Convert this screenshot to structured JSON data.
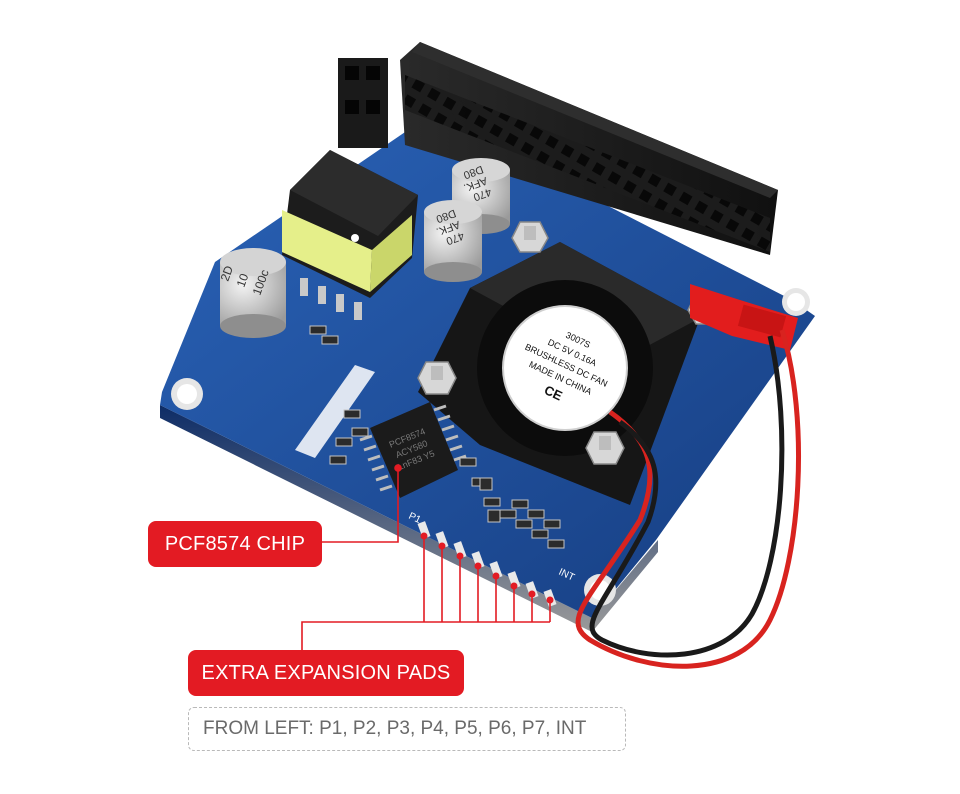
{
  "callouts": {
    "chip": "PCF8574 CHIP",
    "pads": "EXTRA EXPANSION PADS",
    "pin_order": "FROM LEFT: P1, P2, P3,  P4, P5, P6, P7, INT"
  },
  "board": {
    "fan_label": {
      "model": "3007S",
      "line1": "DC   5V   0.16A",
      "line2": "BRUSHLESS DC FAN",
      "line3": "MADE IN CHINA",
      "mark": "CE"
    },
    "capacitor_large": [
      "2D",
      "10",
      "100c"
    ],
    "capacitor_small": [
      "470",
      "AFK.",
      "D80"
    ],
    "chip_marking": [
      "PCF8574",
      "ACY580",
      "LnF83 Y5"
    ],
    "int_pad_label": "INT",
    "p1_pad_label": "P1"
  },
  "colors": {
    "accent": "#e31b23",
    "pcb": "#1f4f9e",
    "header": "#1b1b1b",
    "wire_red": "#d8231f",
    "wire_black": "#1a1a1a"
  }
}
